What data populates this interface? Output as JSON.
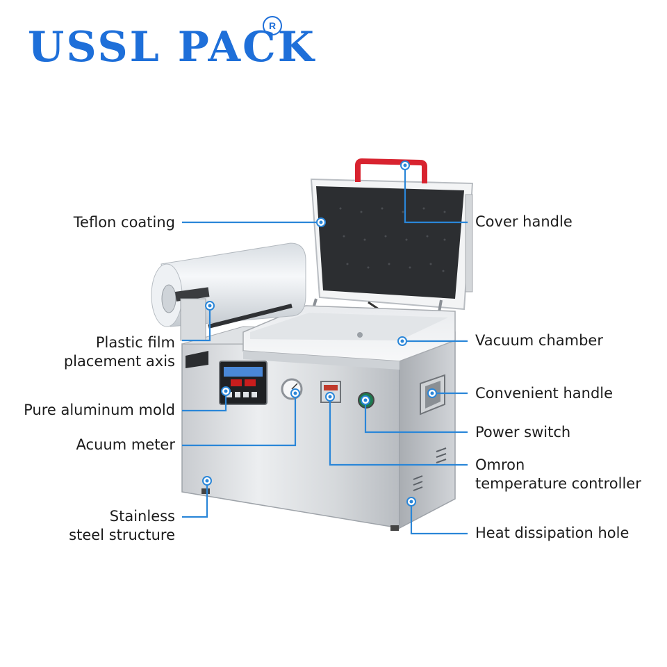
{
  "brand": {
    "name": "USSL PACK",
    "registered_mark": "R",
    "color": "#1e6fd9"
  },
  "callout_color": "#2a86d8",
  "labels": {
    "teflon_coating": "Teflon coating",
    "plastic_film_line1": "Plastic film",
    "plastic_film_line2": "placement axis",
    "pure_aluminum_mold": "Pure aluminum mold",
    "acuum_meter": "Acuum meter",
    "stainless_line1": "Stainless",
    "stainless_line2": "steel structure",
    "cover_handle": "Cover handle",
    "vacuum_chamber": "Vacuum chamber",
    "convenient_handle": "Convenient handle",
    "power_switch": "Power switch",
    "omron_line1": "Omron",
    "omron_line2": "temperature controller",
    "heat_dissipation_hole": "Heat dissipation hole"
  }
}
